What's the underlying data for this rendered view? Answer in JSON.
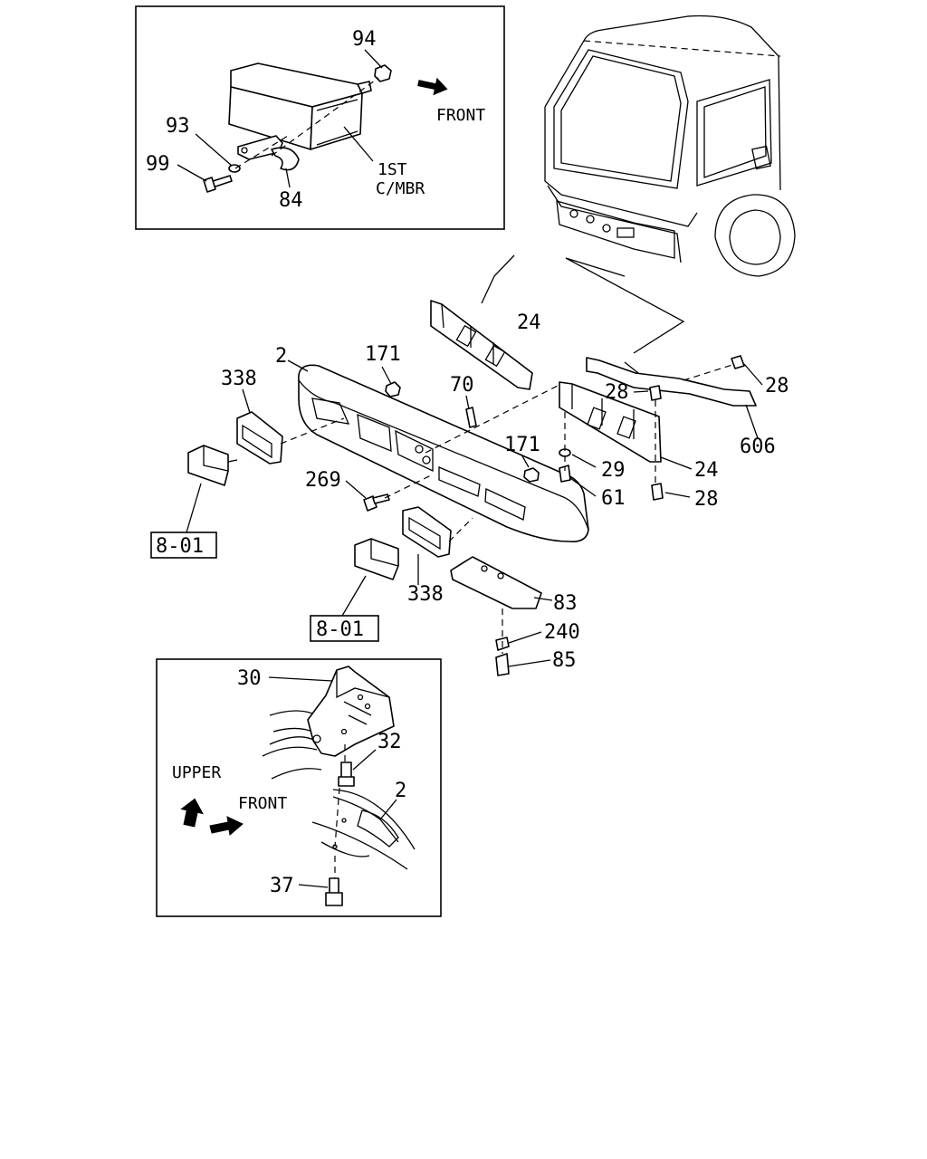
{
  "inset_top": {
    "labels": {
      "p94": "94",
      "p93": "93",
      "p99": "99",
      "p84": "84"
    },
    "member_label_1": "1ST",
    "member_label_2": "C/MBR",
    "front_text": "FRONT",
    "arrow_icon": "arrow-right-icon"
  },
  "main": {
    "labels": {
      "p2": "2",
      "p171a": "171",
      "p338a": "338",
      "p70": "70",
      "p24a": "24",
      "p28a": "28",
      "p28b": "28",
      "p28c": "28",
      "p606": "606",
      "p24b": "24",
      "p29": "29",
      "p61": "61",
      "p171b": "171",
      "p269": "269",
      "p338b": "338",
      "p83": "83",
      "p240": "240",
      "p85": "85"
    },
    "ref_boxes": [
      "8-01",
      "8-01"
    ]
  },
  "inset_bottom": {
    "labels": {
      "p30": "30",
      "p32": "32",
      "p2": "2",
      "p37": "37"
    },
    "upper_text": "UPPER",
    "front_text": "FRONT",
    "upper_arrow_icon": "arrow-up-icon",
    "front_arrow_icon": "arrow-right-icon"
  }
}
